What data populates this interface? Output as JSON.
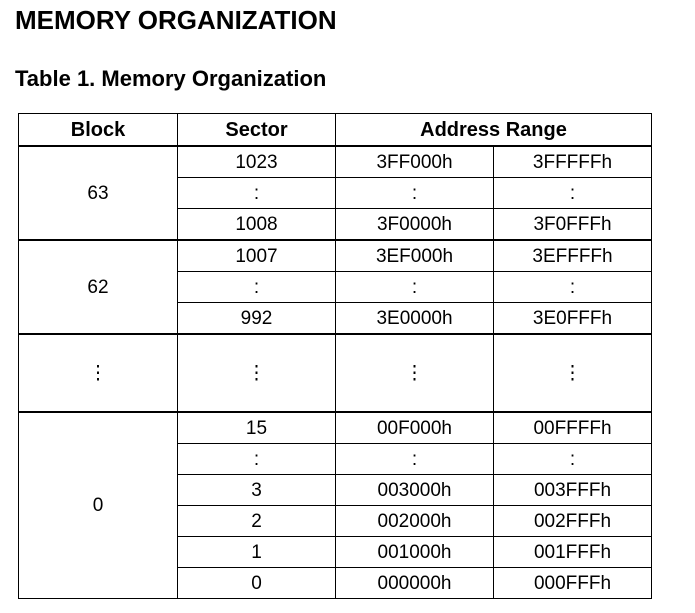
{
  "heading": "MEMORY ORGANIZATION",
  "caption": "Table 1.  Memory Organization",
  "table": {
    "headers": {
      "block": "Block",
      "sector": "Sector",
      "address_range": "Address Range"
    },
    "block_63": {
      "label": "63",
      "rows": [
        {
          "sector": "1023",
          "start": "3FF000h",
          "end": "3FFFFFh"
        },
        {
          "sector": ":",
          "start": ":",
          "end": ":"
        },
        {
          "sector": "1008",
          "start": "3F0000h",
          "end": "3F0FFFh"
        }
      ]
    },
    "block_62": {
      "label": "62",
      "rows": [
        {
          "sector": "1007",
          "start": "3EF000h",
          "end": "3EFFFFh"
        },
        {
          "sector": ":",
          "start": ":",
          "end": ":"
        },
        {
          "sector": "992",
          "start": "3E0000h",
          "end": "3E0FFFh"
        }
      ]
    },
    "gap": {
      "block": "⋮",
      "sector": "⋮",
      "start": "⋮",
      "end": "⋮"
    },
    "block_0": {
      "label": "0",
      "rows": [
        {
          "sector": "15",
          "start": "00F000h",
          "end": "00FFFFh"
        },
        {
          "sector": ":",
          "start": ":",
          "end": ":"
        },
        {
          "sector": "3",
          "start": "003000h",
          "end": "003FFFh"
        },
        {
          "sector": "2",
          "start": "002000h",
          "end": "002FFFh"
        },
        {
          "sector": "1",
          "start": "001000h",
          "end": "001FFFh"
        },
        {
          "sector": "0",
          "start": "000000h",
          "end": "000FFFh"
        }
      ]
    }
  }
}
